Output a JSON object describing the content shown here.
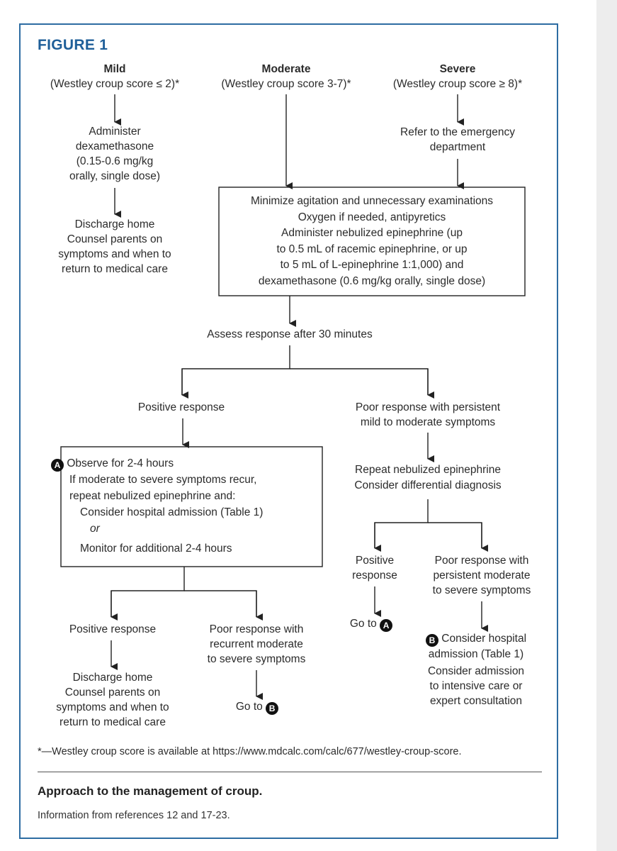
{
  "figure": {
    "label": "FIGURE 1",
    "footnote": "*—Westley croup score is available at https://www.mdcalc.com/calc/677/westley-croup-score.",
    "caption": "Approach to the management of croup.",
    "source": "Information from references 12 and 17-23."
  },
  "severity": {
    "mild": {
      "title": "Mild",
      "score": "(Westley croup score ≤ 2)*"
    },
    "moderate": {
      "title": "Moderate",
      "score": "(Westley croup score 3-7)*"
    },
    "severe": {
      "title": "Severe",
      "score": "(Westley croup score ≥ 8)*"
    }
  },
  "mild_path": {
    "dex": [
      "Administer",
      "dexamethasone",
      "(0.15-0.6 mg/kg",
      "orally, single dose)"
    ],
    "discharge": [
      "Discharge home",
      "Counsel parents on",
      "symptoms and when to",
      "return to medical care"
    ]
  },
  "severe_path": {
    "refer": [
      "Refer to the emergency",
      "department"
    ]
  },
  "treatment_box": [
    "Minimize agitation and unnecessary examinations",
    "Oxygen if needed, antipyretics",
    "Administer nebulized epinephrine (up",
    "to 0.5 mL of racemic epinephrine, or up",
    "to 5 mL of L-epinephrine 1:1,000) and",
    "dexamethasone (0.6 mg/kg orally, single dose)"
  ],
  "assess": "Assess response after 30 minutes",
  "positive_response": "Positive response",
  "poor_response": [
    "Poor response with persistent",
    "mild to moderate symptoms"
  ],
  "observe_box": {
    "badge": "A",
    "line1": "Observe for 2-4 hours",
    "line2": "If moderate to severe symptoms recur,",
    "line3": "repeat nebulized epinephrine and:",
    "line4": "Consider hospital admission (Table 1)",
    "or": "or",
    "line5": "Monitor for additional 2-4 hours"
  },
  "repeat": [
    "Repeat nebulized epinephrine",
    "Consider differential diagnosis"
  ],
  "sub_positive": [
    "Positive",
    "response"
  ],
  "sub_poor": [
    "Poor response with",
    "persistent moderate",
    "to severe symptoms"
  ],
  "goto": {
    "text": "Go to",
    "a": "A",
    "b": "B"
  },
  "admission": {
    "badge": "B",
    "line1": "Consider hospital",
    "line2": "admission (Table 1)",
    "line3": [
      "Consider admission",
      "to intensive care or",
      "expert consultation"
    ]
  },
  "left_positive": "Positive response",
  "left_discharge": [
    "Discharge home",
    "Counsel parents on",
    "symptoms and when to",
    "return to medical care"
  ],
  "left_poor": [
    "Poor response with",
    "recurrent moderate",
    "to severe symptoms"
  ]
}
